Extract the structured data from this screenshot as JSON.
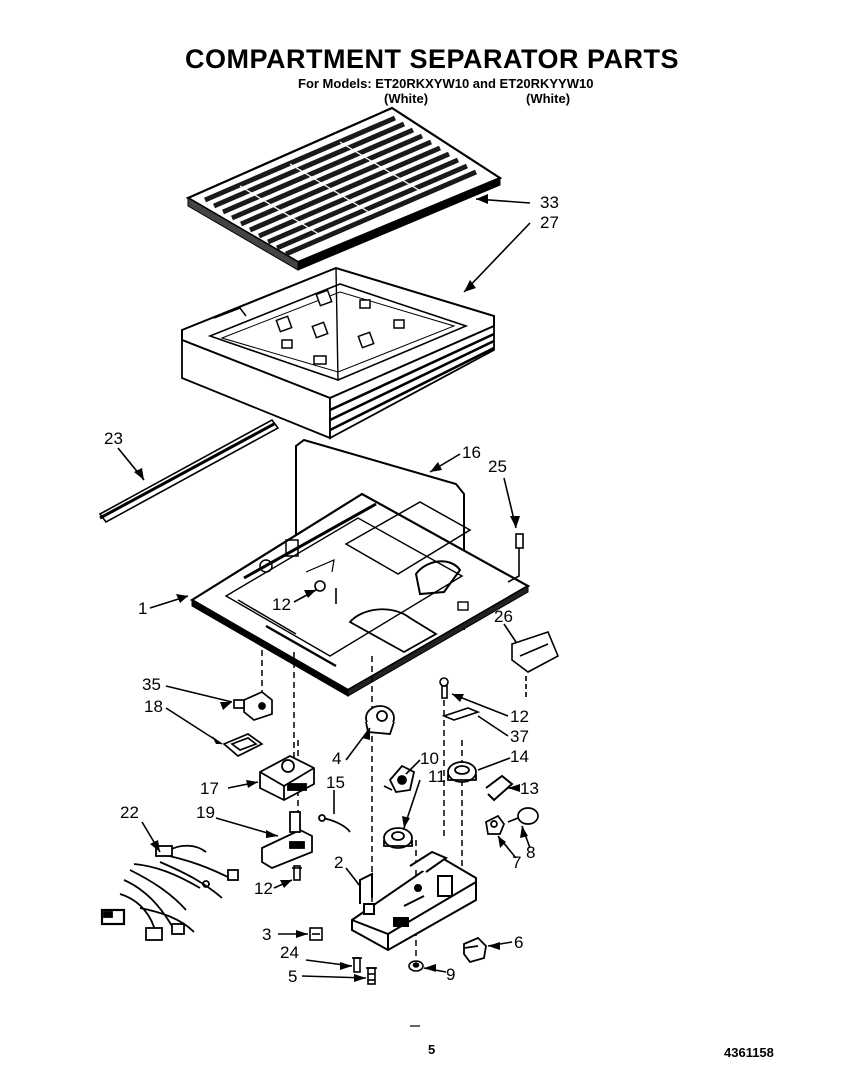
{
  "header": {
    "title": "COMPARTMENT SEPARATOR PARTS",
    "subtitle": "For Models: ET20RKXYW10 and ET20RKYYW10",
    "color_1": "(White)",
    "color_2": "(White)"
  },
  "callouts": {
    "c33": "33",
    "c27": "27",
    "c23": "23",
    "c16": "16",
    "c25": "25",
    "c1": "1",
    "c12a": "12",
    "c26": "26",
    "c35": "35",
    "c18": "18",
    "c12b": "12",
    "c37": "37",
    "c4": "4",
    "c10": "10",
    "c14": "14",
    "c11": "11",
    "c15": "15",
    "c13": "13",
    "c17": "17",
    "c19": "19",
    "c22": "22",
    "c8": "8",
    "c7": "7",
    "c2": "2",
    "c12c": "12",
    "c3": "3",
    "c6": "6",
    "c24": "24",
    "c5": "5",
    "c9": "9"
  },
  "footer": {
    "page_number": "5",
    "document_number": "4361158"
  }
}
